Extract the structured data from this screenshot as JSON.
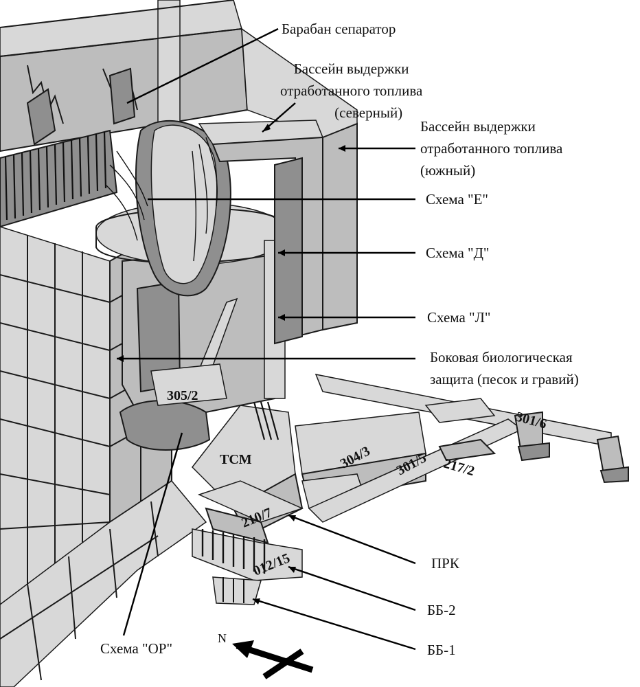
{
  "callouts": {
    "drum_separator": "Барабан сепаратор",
    "pool_north": [
      "Бассейн выдержки",
      "отработанного топлива",
      "(северный)"
    ],
    "pool_south": [
      "Бассейн выдержки",
      "отработанного топлива",
      "(южный)"
    ],
    "scheme_e": "Схема \"Е\"",
    "scheme_d": "Схема \"Д\"",
    "scheme_l": "Схема \"Л\"",
    "side_shield": [
      "Боковая биологическая",
      "защита  (песок и гравий)"
    ],
    "prk": "ПРК",
    "bb2": "ББ-2",
    "bb1": "ББ-1",
    "scheme_or": "Схема \"ОР\""
  },
  "rooms": {
    "r305_2": "305/2",
    "tcm": "TCM",
    "r304_3": "304/3",
    "r301_5": "301/5",
    "r217_2": "217/2",
    "r301_6": "301/6",
    "r210_7": "210/7",
    "r012_15": "012/15"
  },
  "compass": {
    "north": "N"
  }
}
